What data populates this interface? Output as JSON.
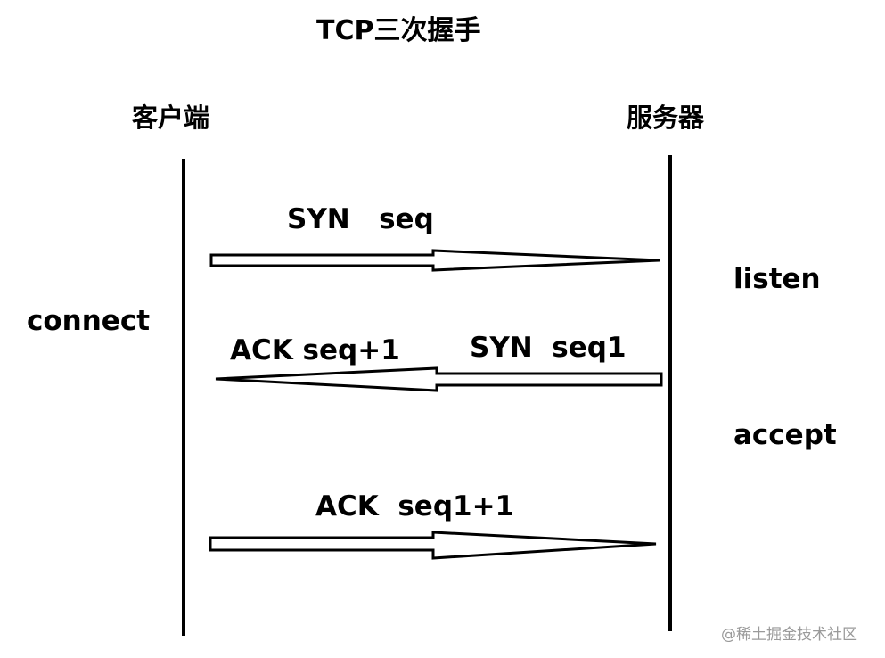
{
  "title": "TCP三次握手",
  "actors": {
    "client": "客户端",
    "server": "服务器"
  },
  "states": {
    "client_state": "connect",
    "server_listen": "listen",
    "server_accept": "accept"
  },
  "messages": [
    {
      "label": "SYN   seq",
      "direction": "client-to-server"
    },
    {
      "label_left": "ACK seq+1",
      "label_right": "SYN  seq1",
      "direction": "server-to-client"
    },
    {
      "label": "ACK  seq1+1",
      "direction": "client-to-server"
    }
  ],
  "watermark": "@稀土掘金技术社区"
}
